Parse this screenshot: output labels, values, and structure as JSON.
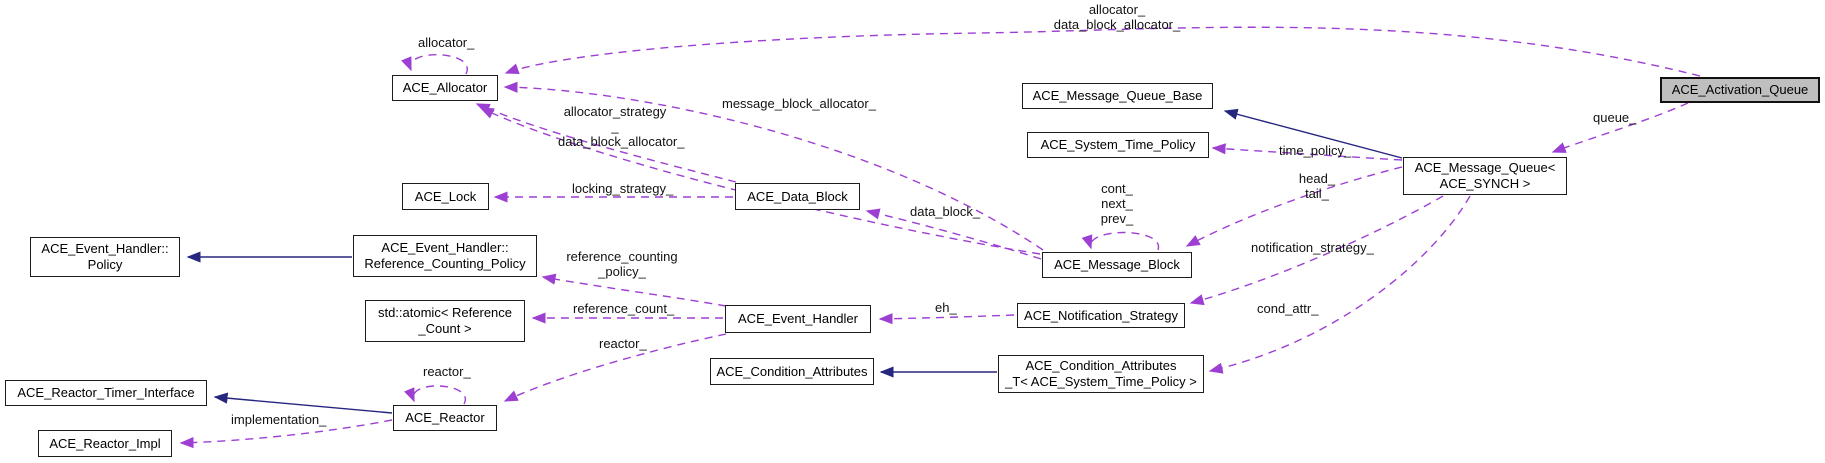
{
  "diagram": {
    "title": "ACE_Activation_Queue collaboration diagram",
    "colors": {
      "usage_edge": "#9d3fd3",
      "inheritance_edge": "#26267f",
      "node_fill": "#ffffff",
      "focus_node_fill": "#bfbfbf",
      "node_border": "#1c1c1c",
      "background": "#ffffff"
    },
    "nodes": {
      "activation_queue": {
        "label": "ACE_Activation_Queue"
      },
      "allocator": {
        "label": "ACE_Allocator"
      },
      "lock": {
        "label": "ACE_Lock"
      },
      "data_block": {
        "label": "ACE_Data_Block"
      },
      "message_queue_base": {
        "label": "ACE_Message_Queue_Base"
      },
      "system_time_policy": {
        "label": "ACE_System_Time_Policy"
      },
      "message_queue": {
        "label": "ACE_Message_Queue<\nACE_SYNCH >"
      },
      "message_block": {
        "label": "ACE_Message_Block"
      },
      "event_handler_policy": {
        "label": "ACE_Event_Handler::\nPolicy"
      },
      "ref_counting_policy": {
        "label": "ACE_Event_Handler::\nReference_Counting_Policy"
      },
      "atomic_ref_count": {
        "label": "std::atomic< Reference\n_Count >"
      },
      "event_handler": {
        "label": "ACE_Event_Handler"
      },
      "notification_strategy": {
        "label": "ACE_Notification_Strategy"
      },
      "condition_attributes": {
        "label": "ACE_Condition_Attributes"
      },
      "condition_attributes_t": {
        "label": "ACE_Condition_Attributes\n_T< ACE_System_Time_Policy >"
      },
      "reactor_timer_interface": {
        "label": "ACE_Reactor_Timer_Interface"
      },
      "reactor": {
        "label": "ACE_Reactor"
      },
      "reactor_impl": {
        "label": "ACE_Reactor_Impl"
      }
    },
    "edge_labels": {
      "allocator_data_block_allocator": "allocator_\ndata_block_allocator_",
      "allocator_self": "allocator_",
      "allocator_strategy": "allocator_strategy\n_",
      "data_block_allocator": "data_block_allocator_",
      "message_block_allocator": "message_block_allocator_",
      "locking_strategy": "locking_strategy_",
      "data_block": "data_block_",
      "cont_next_prev": "cont_\nnext_\nprev_",
      "head_tail": "head_\ntail_",
      "time_policy": "time_policy_",
      "queue": "queue_",
      "notification_strategy": "notification_strategy_",
      "cond_attr": "cond_attr_",
      "eh": "eh_",
      "reference_counting_policy": "reference_counting\n_policy_",
      "reference_count": "reference_count_",
      "reactor": "reactor_",
      "reactor_self": "reactor_",
      "implementation": "implementation_"
    }
  }
}
